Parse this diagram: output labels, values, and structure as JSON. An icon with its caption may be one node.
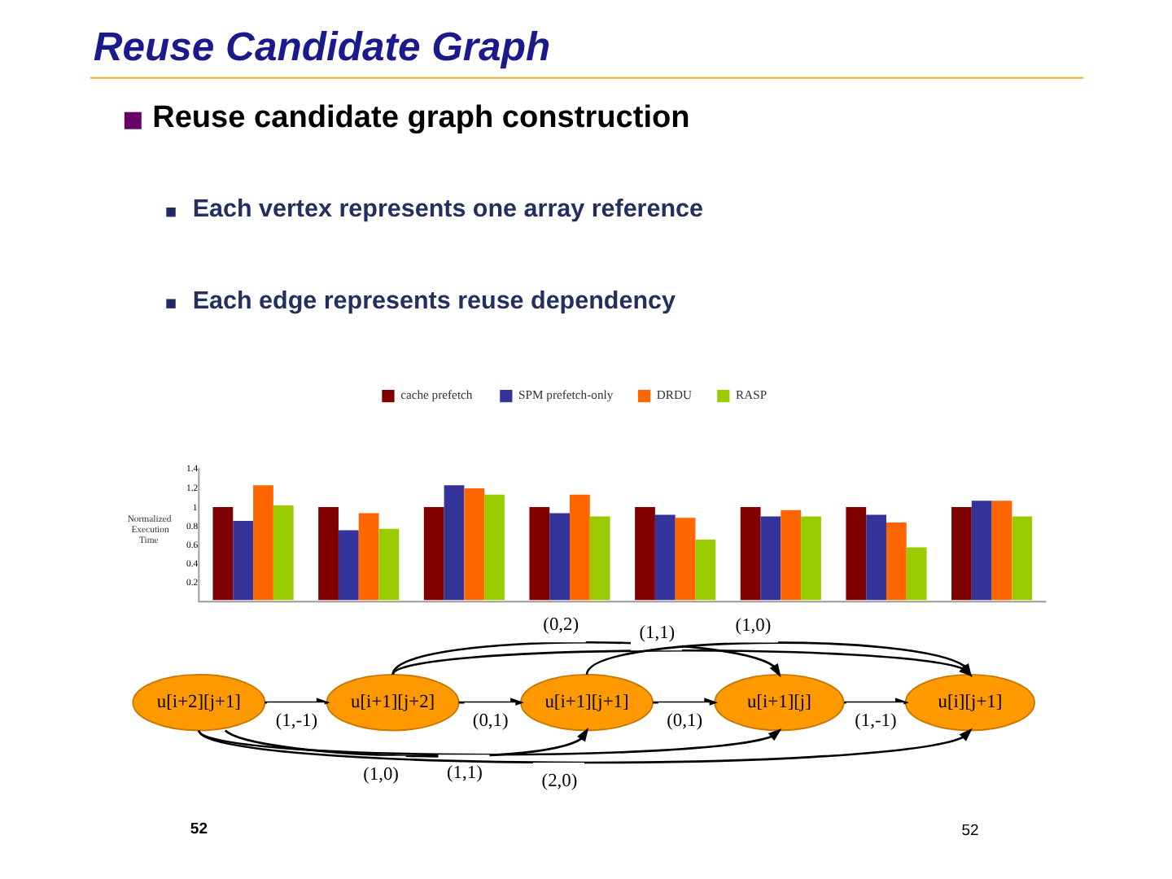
{
  "diagram": {
    "title": "Reuse Candidate Graph",
    "nodes": [
      {
        "text": [
          "u[i+2][j+1]"
        ]
      },
      {
        "text": [
          "u[i+1][j+2]"
        ]
      },
      {
        "text": [
          "u[i+1][j+1]"
        ]
      },
      {
        "text": [
          "u[i+1][j]"
        ]
      },
      {
        "text": [
          "u[i][j+1]"
        ]
      }
    ],
    "edges": [
      {
        "from": 0,
        "to": 1,
        "arrow": "to",
        "label": "(1,-1)"
      },
      {
        "from": 1,
        "to": 2,
        "arrow": "to",
        "label": "(0,1)"
      },
      {
        "from": 2,
        "to": 3,
        "arrow": "to",
        "label": "(0,1)"
      },
      {
        "from": 3,
        "to": 4,
        "arrow": "to",
        "label": "(1,-1)"
      },
      {
        "from": 1,
        "to": 3,
        "arrow": "to",
        "label": "(0,2)"
      },
      {
        "from": 2,
        "to": 4,
        "arrow": "to",
        "label": "(1,0)"
      },
      {
        "from": 1,
        "to": 4,
        "arrow": "to",
        "label": "(1,1)"
      },
      {
        "from": 0,
        "to": 4,
        "arrow": "to",
        "label": "(2,0)"
      },
      {
        "from": 0,
        "to": 3,
        "arrow": "to",
        "label": "(1,1)"
      },
      {
        "from": 0,
        "to": 2,
        "arrow": "to",
        "label": "(1,0)"
      }
    ],
    "labels": [
      "Reuse candidate graph construction",
      "Each vertex represents one array reference",
      "Each edge represents reuse dependency",
      "52",
      "52"
    ],
    "chart_data": {
      "type": "bar",
      "legend": "top",
      "ylabel": "Normalized Execution Time",
      "ylim": [
        0,
        1.4
      ],
      "yticks": [
        0.2,
        0.4,
        0.6,
        0.8,
        1,
        1.2,
        1.4
      ],
      "series": [
        {
          "name": "cache prefetch",
          "color": "#800000",
          "values": [
            1,
            1,
            1,
            1,
            1,
            1,
            1,
            1
          ]
        },
        {
          "name": "SPM prefetch-only",
          "color": "#333399",
          "values": [
            0.85,
            0.75,
            1.24,
            0.94,
            0.92,
            0.9,
            0.91,
            1.06
          ]
        },
        {
          "name": "DRDU",
          "color": "#ff6600",
          "values": [
            1.24,
            0.94,
            1.2,
            1.14,
            0.89,
            0.97,
            0.83,
            1.06
          ]
        },
        {
          "name": "RASP",
          "color": "#99cc00",
          "values": [
            1.01,
            0.76,
            1.14,
            0.9,
            0.65,
            0.9,
            0.56,
            0.9
          ]
        }
      ]
    }
  }
}
